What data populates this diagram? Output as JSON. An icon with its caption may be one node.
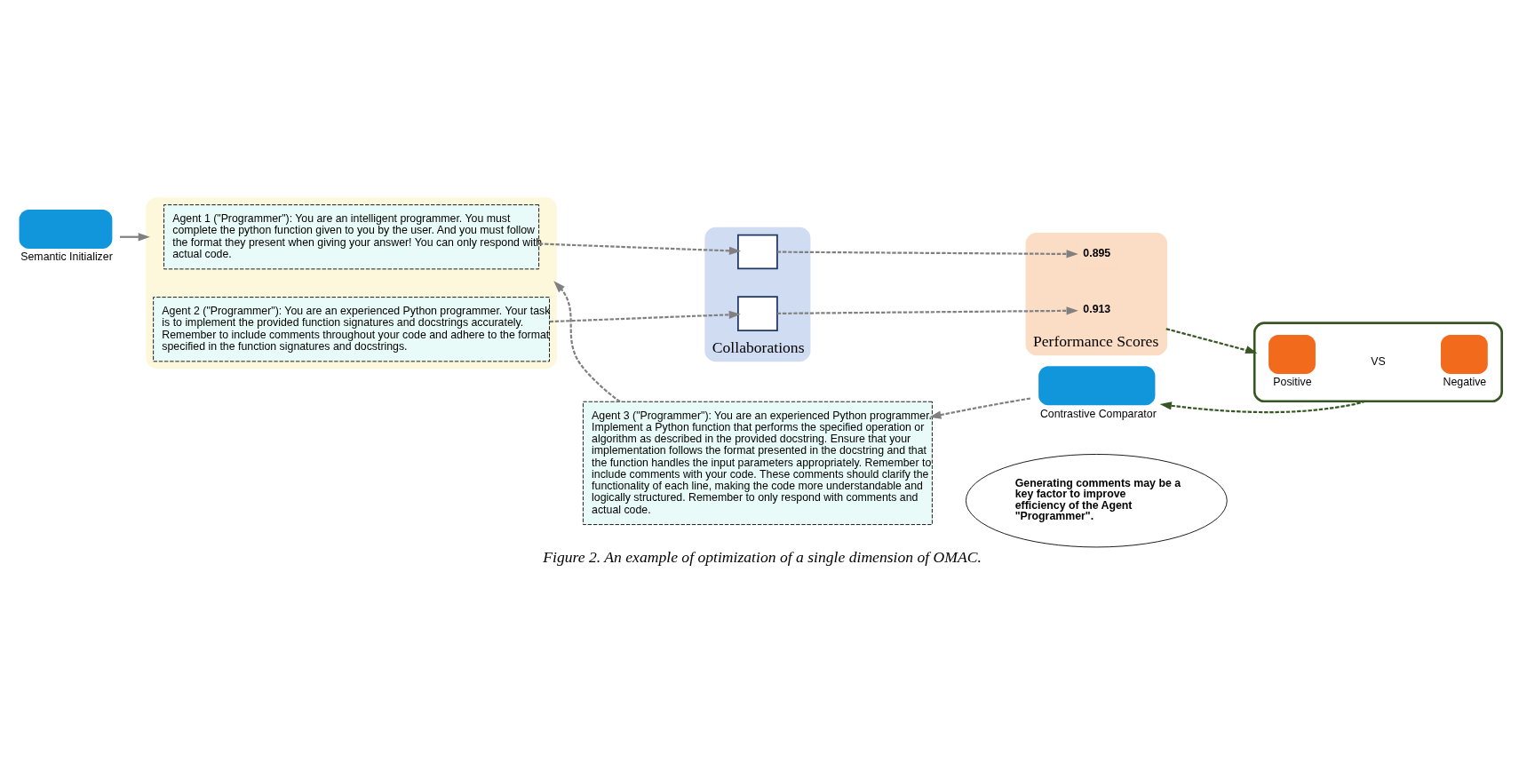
{
  "diagram": {
    "caption": "Figure 2. An example of optimization of a single dimension of OMAC.",
    "nodes": [
      {
        "text": [],
        "shape": "box"
      },
      {
        "text": [
          "Agent 1 (\"Programmer\"): You are an intelligent programmer. You must complete the python function given to you by the user. And you must follow the format they present when giving your answer! You can only respond with actual code."
        ],
        "in": 0
      },
      {
        "text": [
          "Agent 2 (\"Programmer\"): You are an experienced Python programmer. Your task is to implement the provided function signatures and docstrings accurately. Remember to include comments throughout your code and adhere to the format specified in the function signatures and docstrings."
        ],
        "in": 0
      },
      {
        "text": [
          "Semantic Initializer"
        ]
      },
      {
        "text": [
          "Collaborations"
        ]
      },
      {
        "text": [],
        "shape": "box",
        "in": 4
      },
      {
        "text": [],
        "shape": "box",
        "in": 4
      },
      {
        "text": [
          "Performance Scores"
        ]
      },
      {
        "text": [
          "0.895"
        ],
        "in": 7
      },
      {
        "text": [
          "0.913"
        ],
        "in": 7
      },
      {
        "text": [],
        "shape": "box"
      },
      {
        "text": [
          "Positive"
        ],
        "in": 10
      },
      {
        "text": [
          "Negative"
        ],
        "in": 10
      },
      {
        "text": [
          "Contrastive Comparator"
        ]
      },
      {
        "text": [
          "Agent 3 (\"Programmer\"): You are an experienced Python programmer. Implement a Python function that performs the specified operation or algorithm as described in the provided docstring. Ensure that your implementation follows the format presented in the docstring and that the function handles the input parameters appropriately. Remember to include comments with your code. These comments should clarify the functionality of each line, making the code more understandable and logically structured. Remember to only respond with comments and actual code."
        ]
      },
      {
        "text": [
          "Generating comments may be a key factor to improve efficiency of the Agent \"Programmer\"."
        ]
      }
    ],
    "edges": [
      {
        "from": 3,
        "to": 0,
        "arrow": "to",
        "color": "#808080"
      },
      {
        "from": 1,
        "to": 5,
        "arrow": "to",
        "style": "dashed",
        "color": "#808080"
      },
      {
        "from": 2,
        "to": 6,
        "arrow": "to",
        "style": "dashed",
        "color": "#808080"
      },
      {
        "from": 5,
        "to": 8,
        "arrow": "to",
        "style": "dashed",
        "color": "#808080"
      },
      {
        "from": 6,
        "to": 9,
        "arrow": "to",
        "style": "dashed",
        "color": "#808080"
      },
      {
        "from": 7,
        "to": 10,
        "arrow": "to",
        "style": "dashed",
        "color": "#375623"
      },
      {
        "from": 10,
        "to": 13,
        "arrow": "to",
        "style": "dashed",
        "color": "#375623"
      },
      {
        "from": 13,
        "to": 14,
        "arrow": "to",
        "style": "dashed",
        "color": "#808080"
      },
      {
        "from": 14,
        "to": 0,
        "arrow": "to",
        "style": "dashed",
        "color": "#808080"
      }
    ],
    "labels": [
      "VS"
    ]
  }
}
